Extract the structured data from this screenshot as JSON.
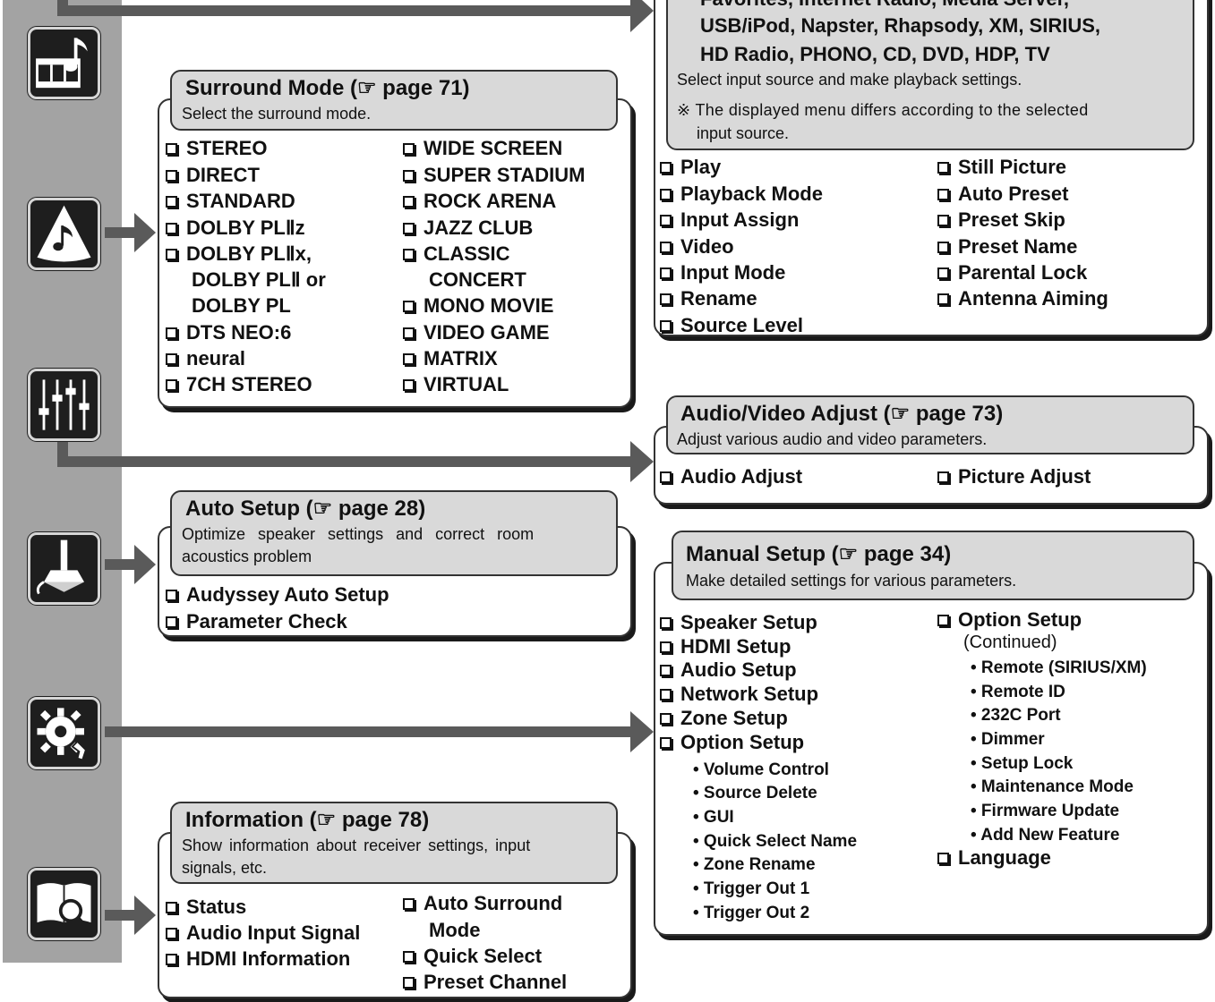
{
  "input_box": {
    "source_line1": "Favorites, Internet Radio, Media Server,",
    "source_line2": "USB/iPod, Napster, Rhapsody, XM, SIRIUS,",
    "source_line3": "HD Radio, PHONO, CD, DVD, HDP, TV",
    "desc": "Select input source and make playback settings.",
    "note_line1": "※ The displayed menu differs according to the selected",
    "note_line2": "input source.",
    "items_left": [
      "Play",
      "Playback Mode",
      "Input Assign",
      "Video",
      "Input Mode",
      "Rename",
      "Source Level"
    ],
    "items_right": [
      "Still Picture",
      "Auto Preset",
      "Preset Skip",
      "Preset Name",
      "Parental Lock",
      "Antenna Aiming"
    ]
  },
  "surround_box": {
    "title": "Surround Mode (☞ page 71)",
    "desc": "Select the surround mode.",
    "items_left": [
      "STEREO",
      "DIRECT",
      "STANDARD",
      "DOLBY PLⅡz",
      "DOLBY PLⅡx,"
    ],
    "left_cont1": "DOLBY PLⅡ or",
    "left_cont2": "DOLBY PL",
    "items_left2": [
      "DTS NEO:6",
      "neural",
      "7CH STEREO"
    ],
    "items_right": [
      "WIDE SCREEN",
      "SUPER STADIUM",
      "ROCK ARENA",
      "JAZZ CLUB",
      "CLASSIC"
    ],
    "right_cont1": "CONCERT",
    "items_right2": [
      "MONO MOVIE",
      "VIDEO GAME",
      "MATRIX",
      "VIRTUAL"
    ]
  },
  "av_box": {
    "title": "Audio/Video Adjust (☞ page 73)",
    "desc": "Adjust various audio and video parameters.",
    "items": [
      "Audio Adjust",
      "Picture Adjust"
    ]
  },
  "auto_box": {
    "title": "Auto Setup (☞ page 28)",
    "desc_line1": "Optimize speaker settings and correct room",
    "desc_line2": "acoustics problem",
    "items": [
      "Audyssey Auto Setup",
      "Parameter Check"
    ]
  },
  "manual_box": {
    "title": "Manual Setup (☞ page 34)",
    "desc": "Make detailed settings for various parameters.",
    "items_left": [
      "Speaker Setup",
      "HDMI Setup",
      "Audio Setup",
      "Network Setup",
      "Zone Setup",
      "Option Setup"
    ],
    "subs_left": [
      "• Volume Control",
      "• Source Delete",
      "• GUI",
      "• Quick Select Name",
      "• Zone Rename",
      "• Trigger Out 1",
      "• Trigger Out 2"
    ],
    "right_item": "Option Setup",
    "right_continued": "(Continued)",
    "subs_right": [
      "• Remote (SIRIUS/XM)",
      "• Remote ID",
      "• 232C Port",
      "• Dimmer",
      "• Setup Lock",
      "• Maintenance Mode",
      "• Firmware Update",
      "• Add New Feature"
    ],
    "right_item2": "Language"
  },
  "info_box": {
    "title": "Information (☞ page 78)",
    "desc_line1": "Show information about receiver settings, input",
    "desc_line2": "signals, etc.",
    "items_left": [
      "Status",
      "Audio Input Signal",
      "HDMI Information"
    ],
    "right_item1": "Auto Surround",
    "right_item1_cont": "Mode",
    "items_right": [
      "Quick Select",
      "Preset Channel"
    ]
  },
  "icons": [
    "input-source-icon",
    "surround-icon",
    "audio-video-adjust-icon",
    "auto-setup-icon",
    "manual-setup-icon",
    "information-icon"
  ],
  "colors": {
    "sidebar": "#a3a3a3",
    "connector": "#5a5a5a",
    "header_fill": "#d9d9d9",
    "icon_bg": "#1e1e1e"
  }
}
